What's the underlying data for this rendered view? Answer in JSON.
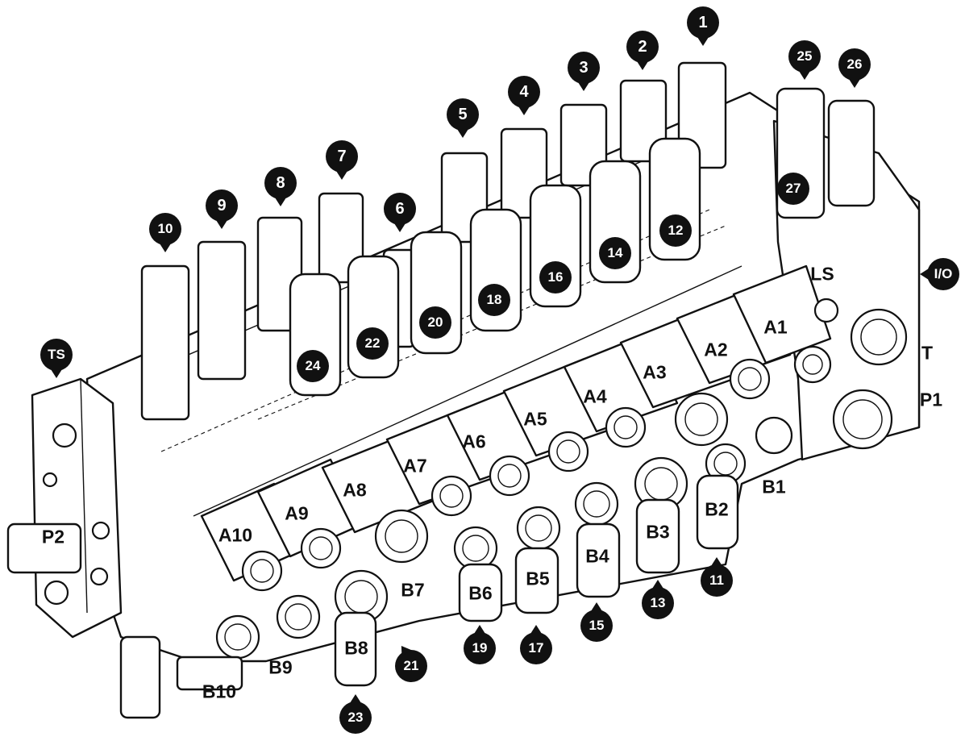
{
  "callouts": [
    "1",
    "2",
    "3",
    "4",
    "5",
    "6",
    "7",
    "8",
    "9",
    "10",
    "11",
    "12",
    "13",
    "14",
    "15",
    "16",
    "17",
    "18",
    "19",
    "20",
    "21",
    "22",
    "23",
    "24",
    "25",
    "26",
    "27"
  ],
  "side_callouts": {
    "ts": "TS",
    "io": "I/O"
  },
  "ports": {
    "a1": "A1",
    "a2": "A2",
    "a3": "A3",
    "a4": "A4",
    "a5": "A5",
    "a6": "A6",
    "a7": "A7",
    "a8": "A8",
    "a9": "A9",
    "a10": "A10",
    "b1": "B1",
    "b2": "B2",
    "b3": "B3",
    "b4": "B4",
    "b5": "B5",
    "b6": "B6",
    "b7": "B7",
    "b8": "B8",
    "b9": "B9",
    "b10": "B10",
    "ls": "LS",
    "t": "T",
    "p1": "P1",
    "p2": "P2"
  }
}
